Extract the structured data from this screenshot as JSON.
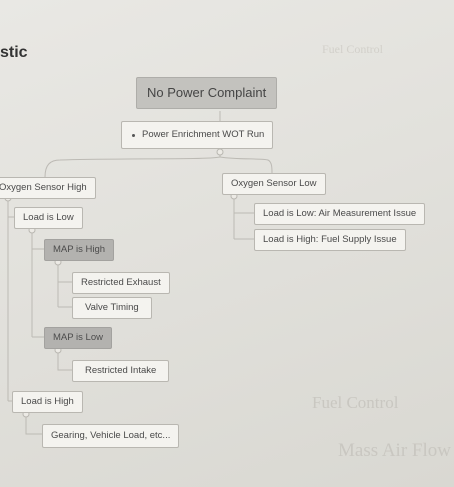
{
  "page": {
    "title": "stic"
  },
  "diagram": {
    "root": "No Power Complaint",
    "test": "Power Enrichment  WOT Run",
    "left_branch": "Oxygen Sensor High",
    "right_branch": "Oxygen Sensor Low",
    "load_low": "Load is Low",
    "map_high": "MAP is High",
    "restricted_exhaust": "Restricted Exhaust",
    "valve_timing": "Valve Timing",
    "map_low": "MAP is Low",
    "restricted_intake": "Restricted Intake",
    "load_high": "Load is High",
    "gearing": "Gearing, Vehicle Load, etc...",
    "right_load_low": "Load is Low:  Air Measurement Issue",
    "right_load_high": "Load is High:  Fuel Supply Issue"
  },
  "background": {
    "ghost_top": "Fuel Control",
    "ghost_fuel_control": "Fuel Control",
    "ghost_maf": "Mass Air Flow Sensor"
  },
  "colors": {
    "node_fill": "#f4f3ef",
    "node_dark": "#b3b2af",
    "connector": "#bcbab4"
  }
}
